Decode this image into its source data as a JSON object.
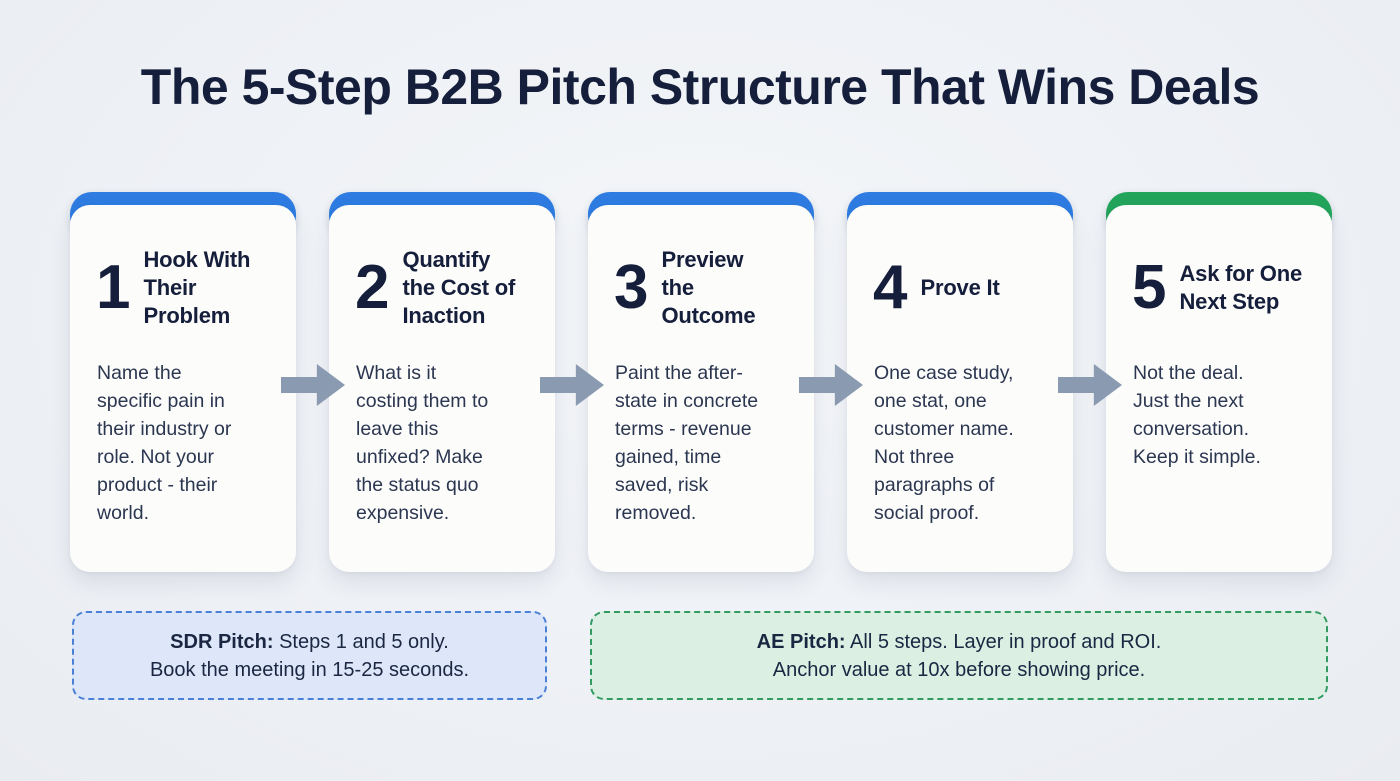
{
  "title": "The 5-Step B2B Pitch Structure That Wins Deals",
  "colors": {
    "accent_blue": "#2e7ce1",
    "accent_green": "#23a45b",
    "arrow_gray": "#8a9ab0",
    "heading_navy": "#151e3a",
    "body_text": "#2b3650",
    "note_text": "#1b2742",
    "sdr_bg": "#dde7f9",
    "sdr_border": "#4a80d5",
    "ae_bg": "#dcefe3",
    "ae_border": "#319b62"
  },
  "steps": [
    {
      "number": "1",
      "accent": "blue",
      "title": "Hook With\nTheir\nProblem",
      "description": "Name the\nspecific pain in\ntheir industry or\nrole. Not your\nproduct - their\nworld."
    },
    {
      "number": "2",
      "accent": "blue",
      "title": "Quantify\nthe Cost of\nInaction",
      "description": "What is it\ncosting them to\nleave this\nunfixed? Make\nthe status quo\nexpensive."
    },
    {
      "number": "3",
      "accent": "blue",
      "title": "Preview\nthe\nOutcome",
      "description": "Paint the after-\nstate in concrete\nterms - revenue\ngained, time\nsaved, risk\nremoved."
    },
    {
      "number": "4",
      "accent": "blue",
      "title": "Prove It",
      "description": "One case study,\none stat, one\ncustomer name.\nNot three\nparagraphs of\nsocial proof."
    },
    {
      "number": "5",
      "accent": "green",
      "title": "Ask for One\nNext Step",
      "description": "Not the deal.\nJust the next\nconversation.\nKeep it simple."
    }
  ],
  "notes": [
    {
      "theme": "blue",
      "label": "SDR Pitch:",
      "line1_rest": " Steps 1 and 5 only.",
      "line2": "Book the meeting in 15-25 seconds."
    },
    {
      "theme": "green",
      "label": "AE Pitch:",
      "line1_rest": " All 5 steps. Layer in proof and ROI.",
      "line2": "Anchor value at 10x before showing price."
    }
  ]
}
